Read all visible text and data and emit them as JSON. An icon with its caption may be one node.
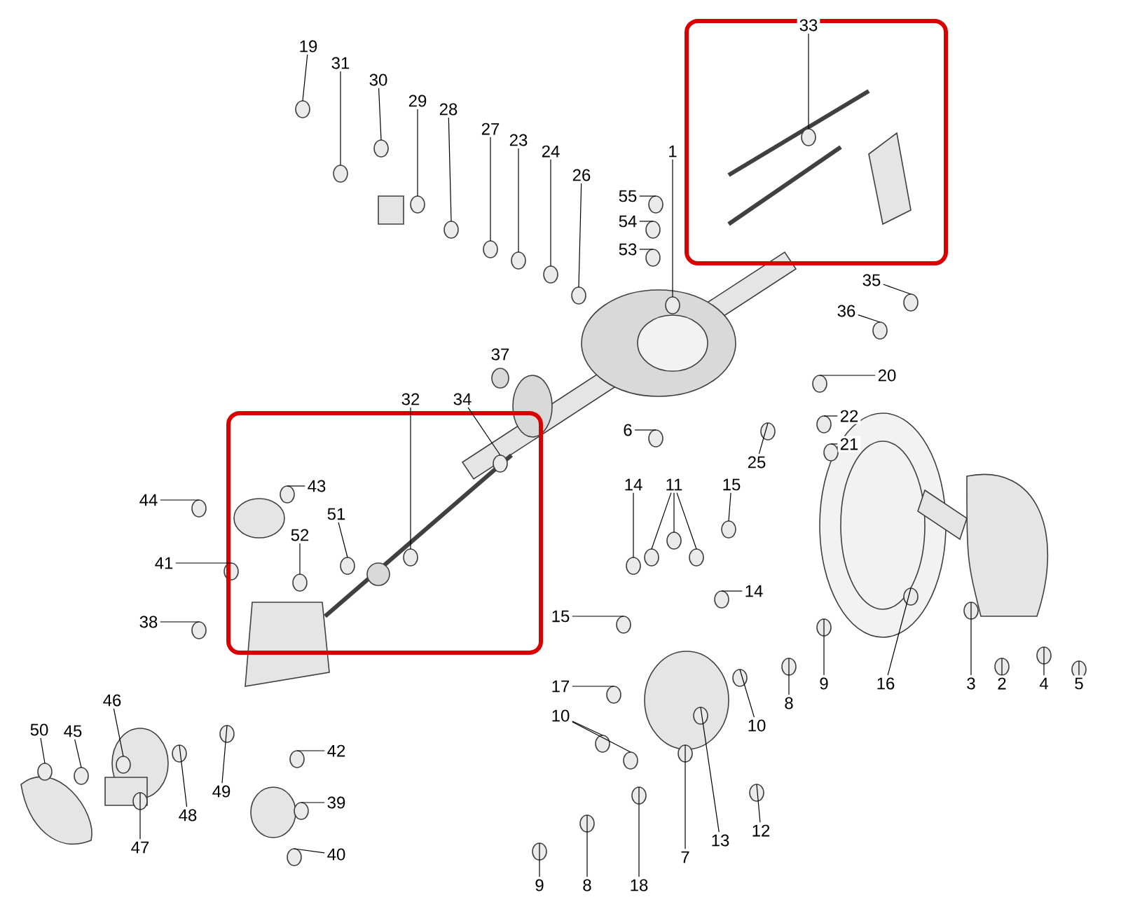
{
  "diagram": {
    "nodes": [
      {
        "text": [
          "19"
        ]
      },
      {
        "text": [
          "31"
        ]
      },
      {
        "text": [
          "30"
        ]
      },
      {
        "text": [
          "29"
        ]
      },
      {
        "text": [
          "28"
        ]
      },
      {
        "text": [
          "27"
        ]
      },
      {
        "text": [
          "23"
        ]
      },
      {
        "text": [
          "24"
        ]
      },
      {
        "text": [
          "26"
        ]
      },
      {
        "text": [
          "55"
        ]
      },
      {
        "text": [
          "54"
        ]
      },
      {
        "text": [
          "53"
        ]
      },
      {
        "text": [
          "1"
        ]
      },
      {
        "text": [
          "33"
        ]
      },
      {
        "text": [
          "35"
        ]
      },
      {
        "text": [
          "36"
        ]
      },
      {
        "text": [
          "20"
        ]
      },
      {
        "text": [
          "6"
        ]
      },
      {
        "text": [
          "22"
        ]
      },
      {
        "text": [
          "21"
        ]
      },
      {
        "text": [
          "25"
        ]
      },
      {
        "text": [
          "32"
        ]
      },
      {
        "text": [
          "34"
        ]
      },
      {
        "text": [
          "44"
        ]
      },
      {
        "text": [
          "43"
        ]
      },
      {
        "text": [
          "41"
        ]
      },
      {
        "text": [
          "52"
        ]
      },
      {
        "text": [
          "51"
        ]
      },
      {
        "text": [
          "14"
        ]
      },
      {
        "text": [
          "11"
        ]
      },
      {
        "text": [
          "15"
        ]
      },
      {
        "text": [
          "14"
        ]
      },
      {
        "text": [
          "15"
        ]
      },
      {
        "text": [
          "38"
        ]
      },
      {
        "text": [
          "46"
        ]
      },
      {
        "text": [
          "45"
        ]
      },
      {
        "text": [
          "50"
        ]
      },
      {
        "text": [
          "48"
        ]
      },
      {
        "text": [
          "49"
        ]
      },
      {
        "text": [
          "47"
        ]
      },
      {
        "text": [
          "42"
        ]
      },
      {
        "text": [
          "39"
        ]
      },
      {
        "text": [
          "40"
        ]
      },
      {
        "text": [
          "17"
        ]
      },
      {
        "text": [
          "10"
        ]
      },
      {
        "text": [
          "10"
        ]
      },
      {
        "text": [
          "13"
        ]
      },
      {
        "text": [
          "12"
        ]
      },
      {
        "text": [
          "7"
        ]
      },
      {
        "text": [
          "9"
        ]
      },
      {
        "text": [
          "8"
        ]
      },
      {
        "text": [
          "18"
        ]
      },
      {
        "text": [
          "16"
        ]
      },
      {
        "text": [
          "3"
        ]
      },
      {
        "text": [
          "2"
        ]
      },
      {
        "text": [
          "4"
        ]
      },
      {
        "text": [
          "5"
        ]
      },
      {
        "text": [
          "9"
        ]
      },
      {
        "text": [
          "8"
        ]
      }
    ],
    "edges": [
      {
        "from": 0,
        "to": null,
        "arrow": "none"
      },
      {
        "from": 1,
        "to": null,
        "arrow": "none"
      },
      {
        "from": 2,
        "to": null,
        "arrow": "none"
      },
      {
        "from": 3,
        "to": null,
        "arrow": "none"
      },
      {
        "from": 4,
        "to": null,
        "arrow": "none"
      },
      {
        "from": 5,
        "to": null,
        "arrow": "none"
      },
      {
        "from": 6,
        "to": null,
        "arrow": "none"
      },
      {
        "from": 7,
        "to": null,
        "arrow": "none"
      },
      {
        "from": 8,
        "to": null,
        "arrow": "none"
      },
      {
        "from": 9,
        "to": null,
        "arrow": "none"
      },
      {
        "from": 10,
        "to": null,
        "arrow": "none"
      },
      {
        "from": 11,
        "to": null,
        "arrow": "none"
      },
      {
        "from": 12,
        "to": null,
        "arrow": "none"
      },
      {
        "from": 13,
        "to": null,
        "arrow": "none"
      },
      {
        "from": 14,
        "to": null,
        "arrow": "none"
      },
      {
        "from": 15,
        "to": null,
        "arrow": "none"
      },
      {
        "from": 16,
        "to": null,
        "arrow": "none"
      },
      {
        "from": 17,
        "to": null,
        "arrow": "none"
      },
      {
        "from": 18,
        "to": null,
        "arrow": "none"
      },
      {
        "from": 19,
        "to": null,
        "arrow": "none"
      },
      {
        "from": 20,
        "to": null,
        "arrow": "none"
      },
      {
        "from": 21,
        "to": null,
        "arrow": "none"
      },
      {
        "from": 22,
        "to": null,
        "arrow": "none"
      },
      {
        "from": 23,
        "to": null,
        "arrow": "none"
      },
      {
        "from": 24,
        "to": null,
        "arrow": "none"
      },
      {
        "from": 25,
        "to": null,
        "arrow": "none"
      },
      {
        "from": 26,
        "to": null,
        "arrow": "none"
      },
      {
        "from": 27,
        "to": null,
        "arrow": "none"
      },
      {
        "from": 28,
        "to": null,
        "arrow": "none"
      },
      {
        "from": 29,
        "to": null,
        "arrow": "none"
      },
      {
        "from": 30,
        "to": null,
        "arrow": "none"
      },
      {
        "from": 31,
        "to": null,
        "arrow": "none"
      },
      {
        "from": 32,
        "to": null,
        "arrow": "none"
      },
      {
        "from": 33,
        "to": null,
        "arrow": "none"
      },
      {
        "from": 34,
        "to": null,
        "arrow": "none"
      },
      {
        "from": 35,
        "to": null,
        "arrow": "none"
      },
      {
        "from": 36,
        "to": null,
        "arrow": "none"
      },
      {
        "from": 37,
        "to": null,
        "arrow": "none"
      },
      {
        "from": 38,
        "to": null,
        "arrow": "none"
      },
      {
        "from": 39,
        "to": null,
        "arrow": "none"
      },
      {
        "from": 40,
        "to": null,
        "arrow": "none"
      },
      {
        "from": 41,
        "to": null,
        "arrow": "none"
      },
      {
        "from": 42,
        "to": null,
        "arrow": "none"
      },
      {
        "from": 43,
        "to": null,
        "arrow": "none"
      },
      {
        "from": 44,
        "to": null,
        "arrow": "none"
      },
      {
        "from": 45,
        "to": null,
        "arrow": "none"
      },
      {
        "from": 46,
        "to": null,
        "arrow": "none"
      },
      {
        "from": 47,
        "to": null,
        "arrow": "none"
      },
      {
        "from": 48,
        "to": null,
        "arrow": "none"
      },
      {
        "from": 49,
        "to": null,
        "arrow": "none"
      },
      {
        "from": 50,
        "to": null,
        "arrow": "none"
      },
      {
        "from": 51,
        "to": null,
        "arrow": "none"
      },
      {
        "from": 52,
        "to": null,
        "arrow": "none"
      },
      {
        "from": 53,
        "to": null,
        "arrow": "none"
      },
      {
        "from": 54,
        "to": null,
        "arrow": "none"
      },
      {
        "from": 55,
        "to": null,
        "arrow": "none"
      },
      {
        "from": 56,
        "to": null,
        "arrow": "none"
      },
      {
        "from": 57,
        "to": null,
        "arrow": "none"
      },
      {
        "from": 58,
        "to": null,
        "arrow": "none"
      },
      {
        "from": 29,
        "to": null,
        "arrow": "none"
      },
      {
        "from": 29,
        "to": null,
        "arrow": "none"
      },
      {
        "from": 44,
        "to": null,
        "arrow": "none"
      }
    ],
    "labels": [
      "37"
    ]
  }
}
